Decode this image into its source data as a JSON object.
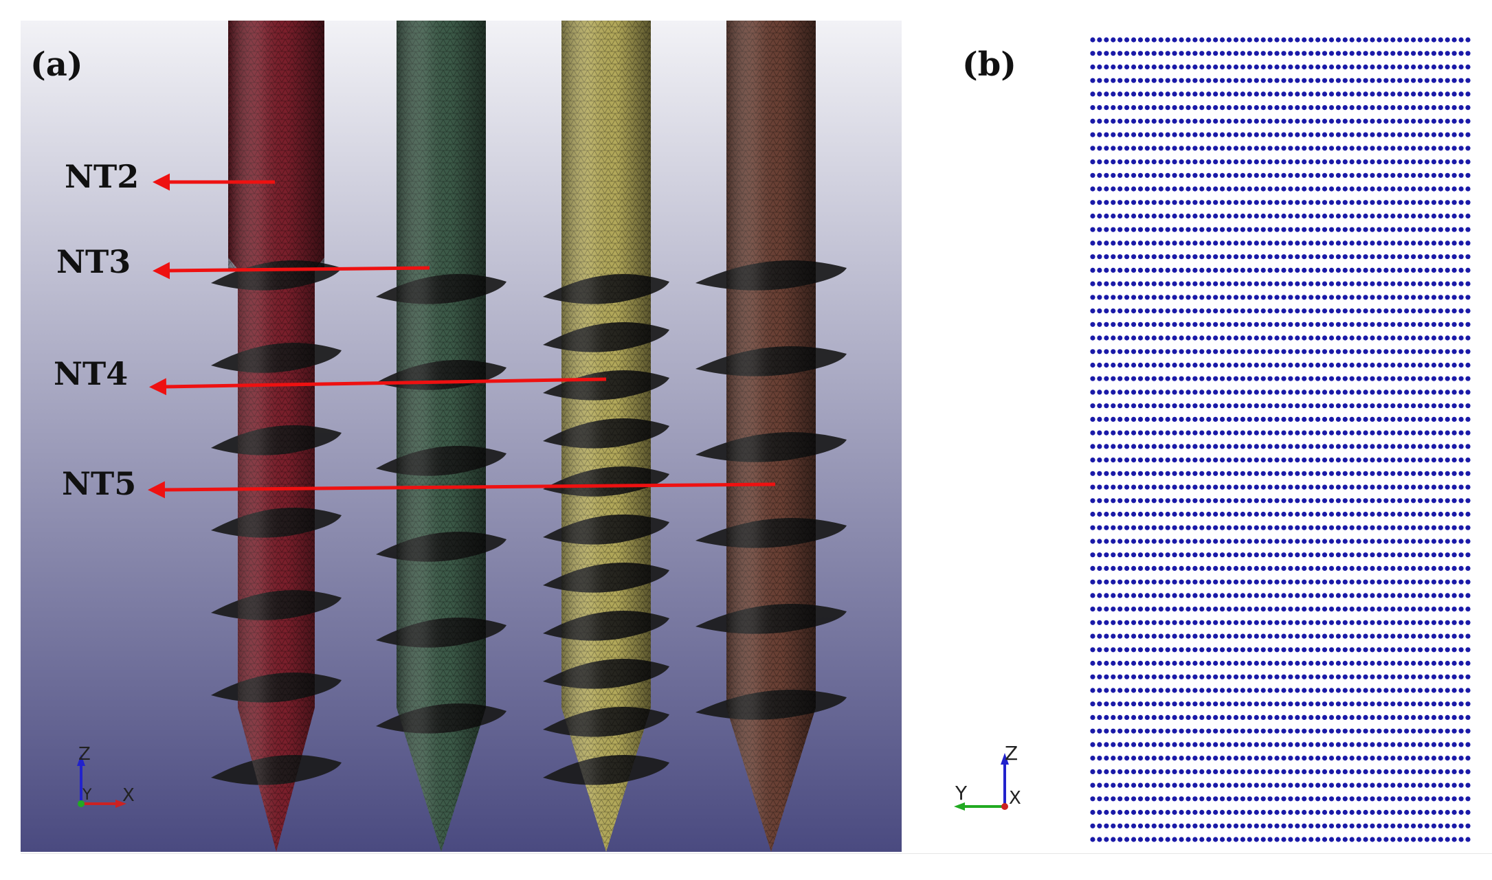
{
  "panel_a": {
    "panel_label": "(a)",
    "labels": [
      "NT2",
      "NT3",
      "NT4",
      "NT5"
    ],
    "axis_labels": {
      "vertical": "Z",
      "horizontal": "X",
      "depth": "Y"
    },
    "screw_colors": [
      "#7a1f2b",
      "#3c5a48",
      "#b3a95a",
      "#6a4034"
    ],
    "background_gradient": [
      "#f2f2f6",
      "#4a4a80"
    ],
    "arrow_color": "#ee1111"
  },
  "panel_b": {
    "panel_label": "(b)",
    "axis_labels": {
      "vertical": "Z",
      "horizontal": "Y",
      "depth": "X"
    },
    "dot_color": "#1a1aa8"
  }
}
